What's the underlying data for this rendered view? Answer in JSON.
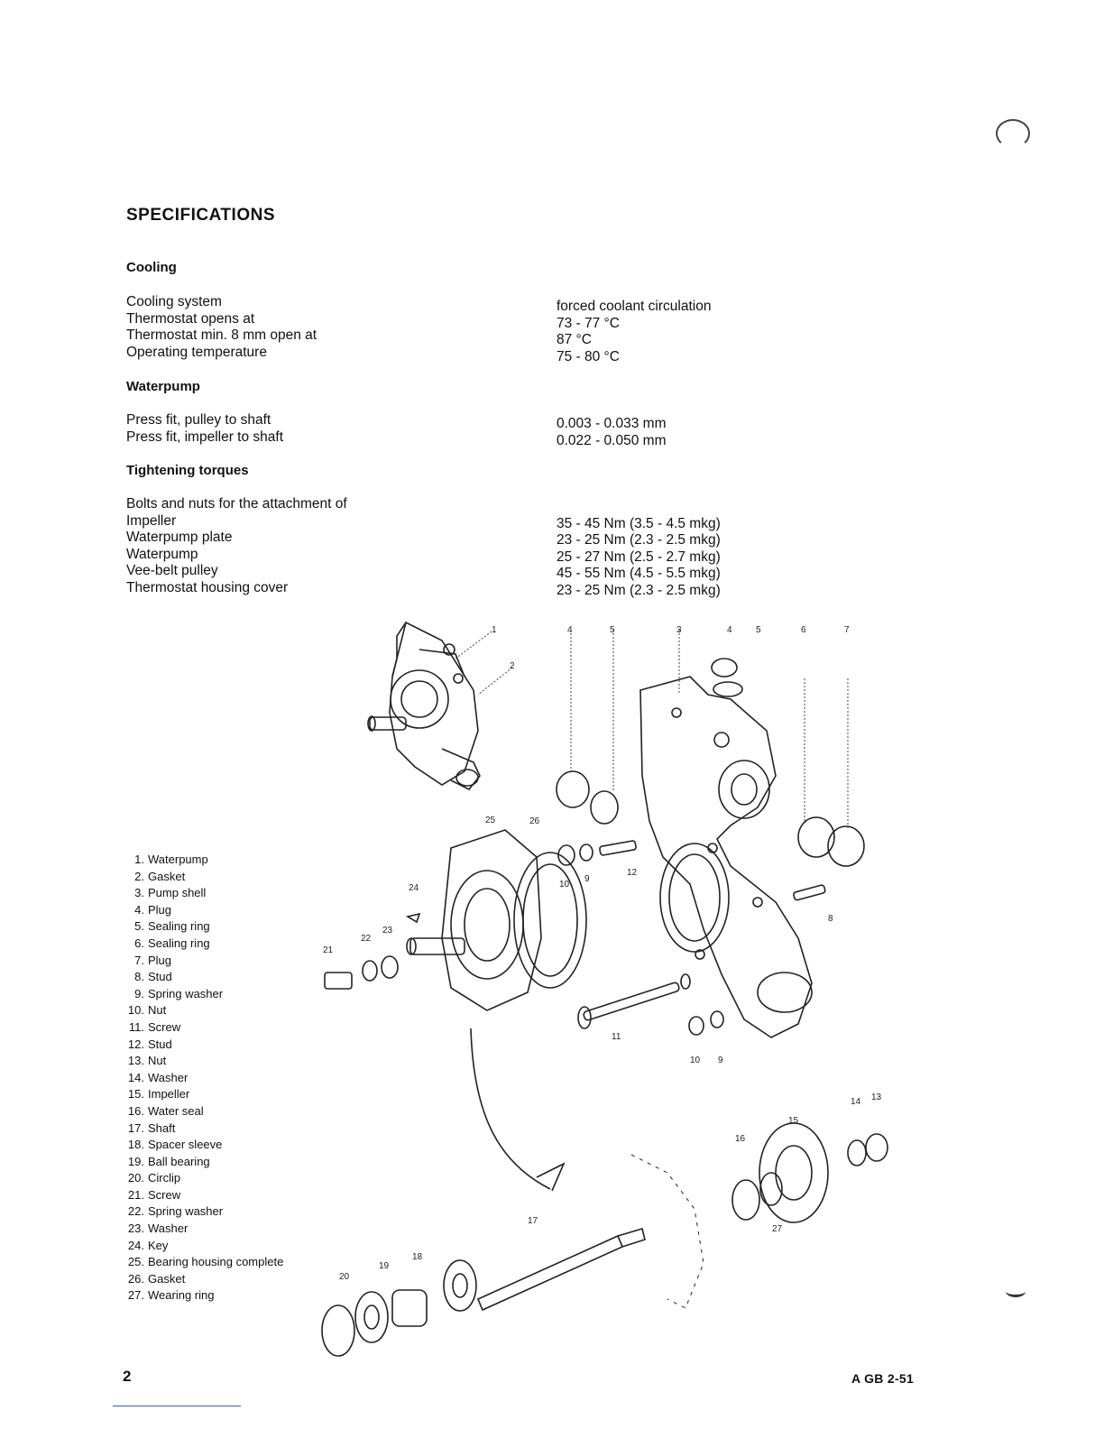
{
  "title": "SPECIFICATIONS",
  "cooling": {
    "heading": "Cooling",
    "labels": [
      "Cooling system",
      "Thermostat opens at",
      "Thermostat min. 8 mm open at",
      "Operating temperature"
    ],
    "values": [
      "forced coolant circulation",
      "73 - 77 °C",
      "87 °C",
      "75 - 80 °C"
    ]
  },
  "waterpump": {
    "heading": "Waterpump",
    "labels": [
      "Press fit, pulley to shaft",
      "Press fit, impeller to shaft"
    ],
    "values": [
      "0.003 - 0.033 mm",
      "0.022 - 0.050 mm"
    ]
  },
  "torques": {
    "heading": "Tightening torques",
    "labels": [
      "Bolts and nuts for the attachment of",
      "Impeller",
      "Waterpump plate",
      "Waterpump",
      "Vee-belt pulley",
      "Thermostat housing cover"
    ],
    "values": [
      "",
      "35 - 45 Nm (3.5 - 4.5 mkg)",
      "23 - 25 Nm (2.3 - 2.5 mkg)",
      "25 - 27 Nm (2.5 - 2.7 mkg)",
      "45 - 55 Nm (4.5 - 5.5 mkg)",
      "23 - 25 Nm (2.3 - 2.5 mkg)"
    ]
  },
  "legend": [
    {
      "num": "1.",
      "label": "Waterpump"
    },
    {
      "num": "2.",
      "label": "Gasket"
    },
    {
      "num": "3.",
      "label": "Pump shell"
    },
    {
      "num": "4.",
      "label": "Plug"
    },
    {
      "num": "5.",
      "label": "Sealing ring"
    },
    {
      "num": "6.",
      "label": "Sealing ring"
    },
    {
      "num": "7.",
      "label": "Plug"
    },
    {
      "num": "8.",
      "label": "Stud"
    },
    {
      "num": "9.",
      "label": "Spring washer"
    },
    {
      "num": "10.",
      "label": "Nut"
    },
    {
      "num": "11.",
      "label": "Screw"
    },
    {
      "num": "12.",
      "label": "Stud"
    },
    {
      "num": "13.",
      "label": "Nut"
    },
    {
      "num": "14.",
      "label": "Washer"
    },
    {
      "num": "15.",
      "label": "Impeller"
    },
    {
      "num": "16.",
      "label": "Water seal"
    },
    {
      "num": "17.",
      "label": "Shaft"
    },
    {
      "num": "18.",
      "label": "Spacer sleeve"
    },
    {
      "num": "19.",
      "label": "Ball bearing"
    },
    {
      "num": "20.",
      "label": "Circlip"
    },
    {
      "num": "21.",
      "label": "Screw"
    },
    {
      "num": "22.",
      "label": "Spring washer"
    },
    {
      "num": "23.",
      "label": "Washer"
    },
    {
      "num": "24.",
      "label": "Key"
    },
    {
      "num": "25.",
      "label": "Bearing housing complete"
    },
    {
      "num": "26.",
      "label": "Gasket"
    },
    {
      "num": "27.",
      "label": "Wearing ring"
    }
  ],
  "diagram_callouts": {
    "c1": "1",
    "c2": "2",
    "c3": "3",
    "c4a": "4",
    "c5a": "5",
    "c4b": "4",
    "c5b": "5",
    "c6": "6",
    "c7": "7",
    "c8": "8",
    "c9a": "9",
    "c10a": "10",
    "c12": "12",
    "c11": "11",
    "c10b": "10",
    "c9b": "9",
    "c21": "21",
    "c22": "22",
    "c23": "23",
    "c24": "24",
    "c25": "25",
    "c26": "26",
    "c13": "13",
    "c14": "14",
    "c15": "15",
    "c16": "16",
    "c27": "27",
    "c17": "17",
    "c18": "18",
    "c19": "19",
    "c20": "20"
  },
  "footer": {
    "page_number": "2",
    "doc_ref": "A GB 2-51"
  },
  "colors": {
    "text": "#111111",
    "line": "#222222",
    "footer_rule": "#3a5fb8"
  }
}
